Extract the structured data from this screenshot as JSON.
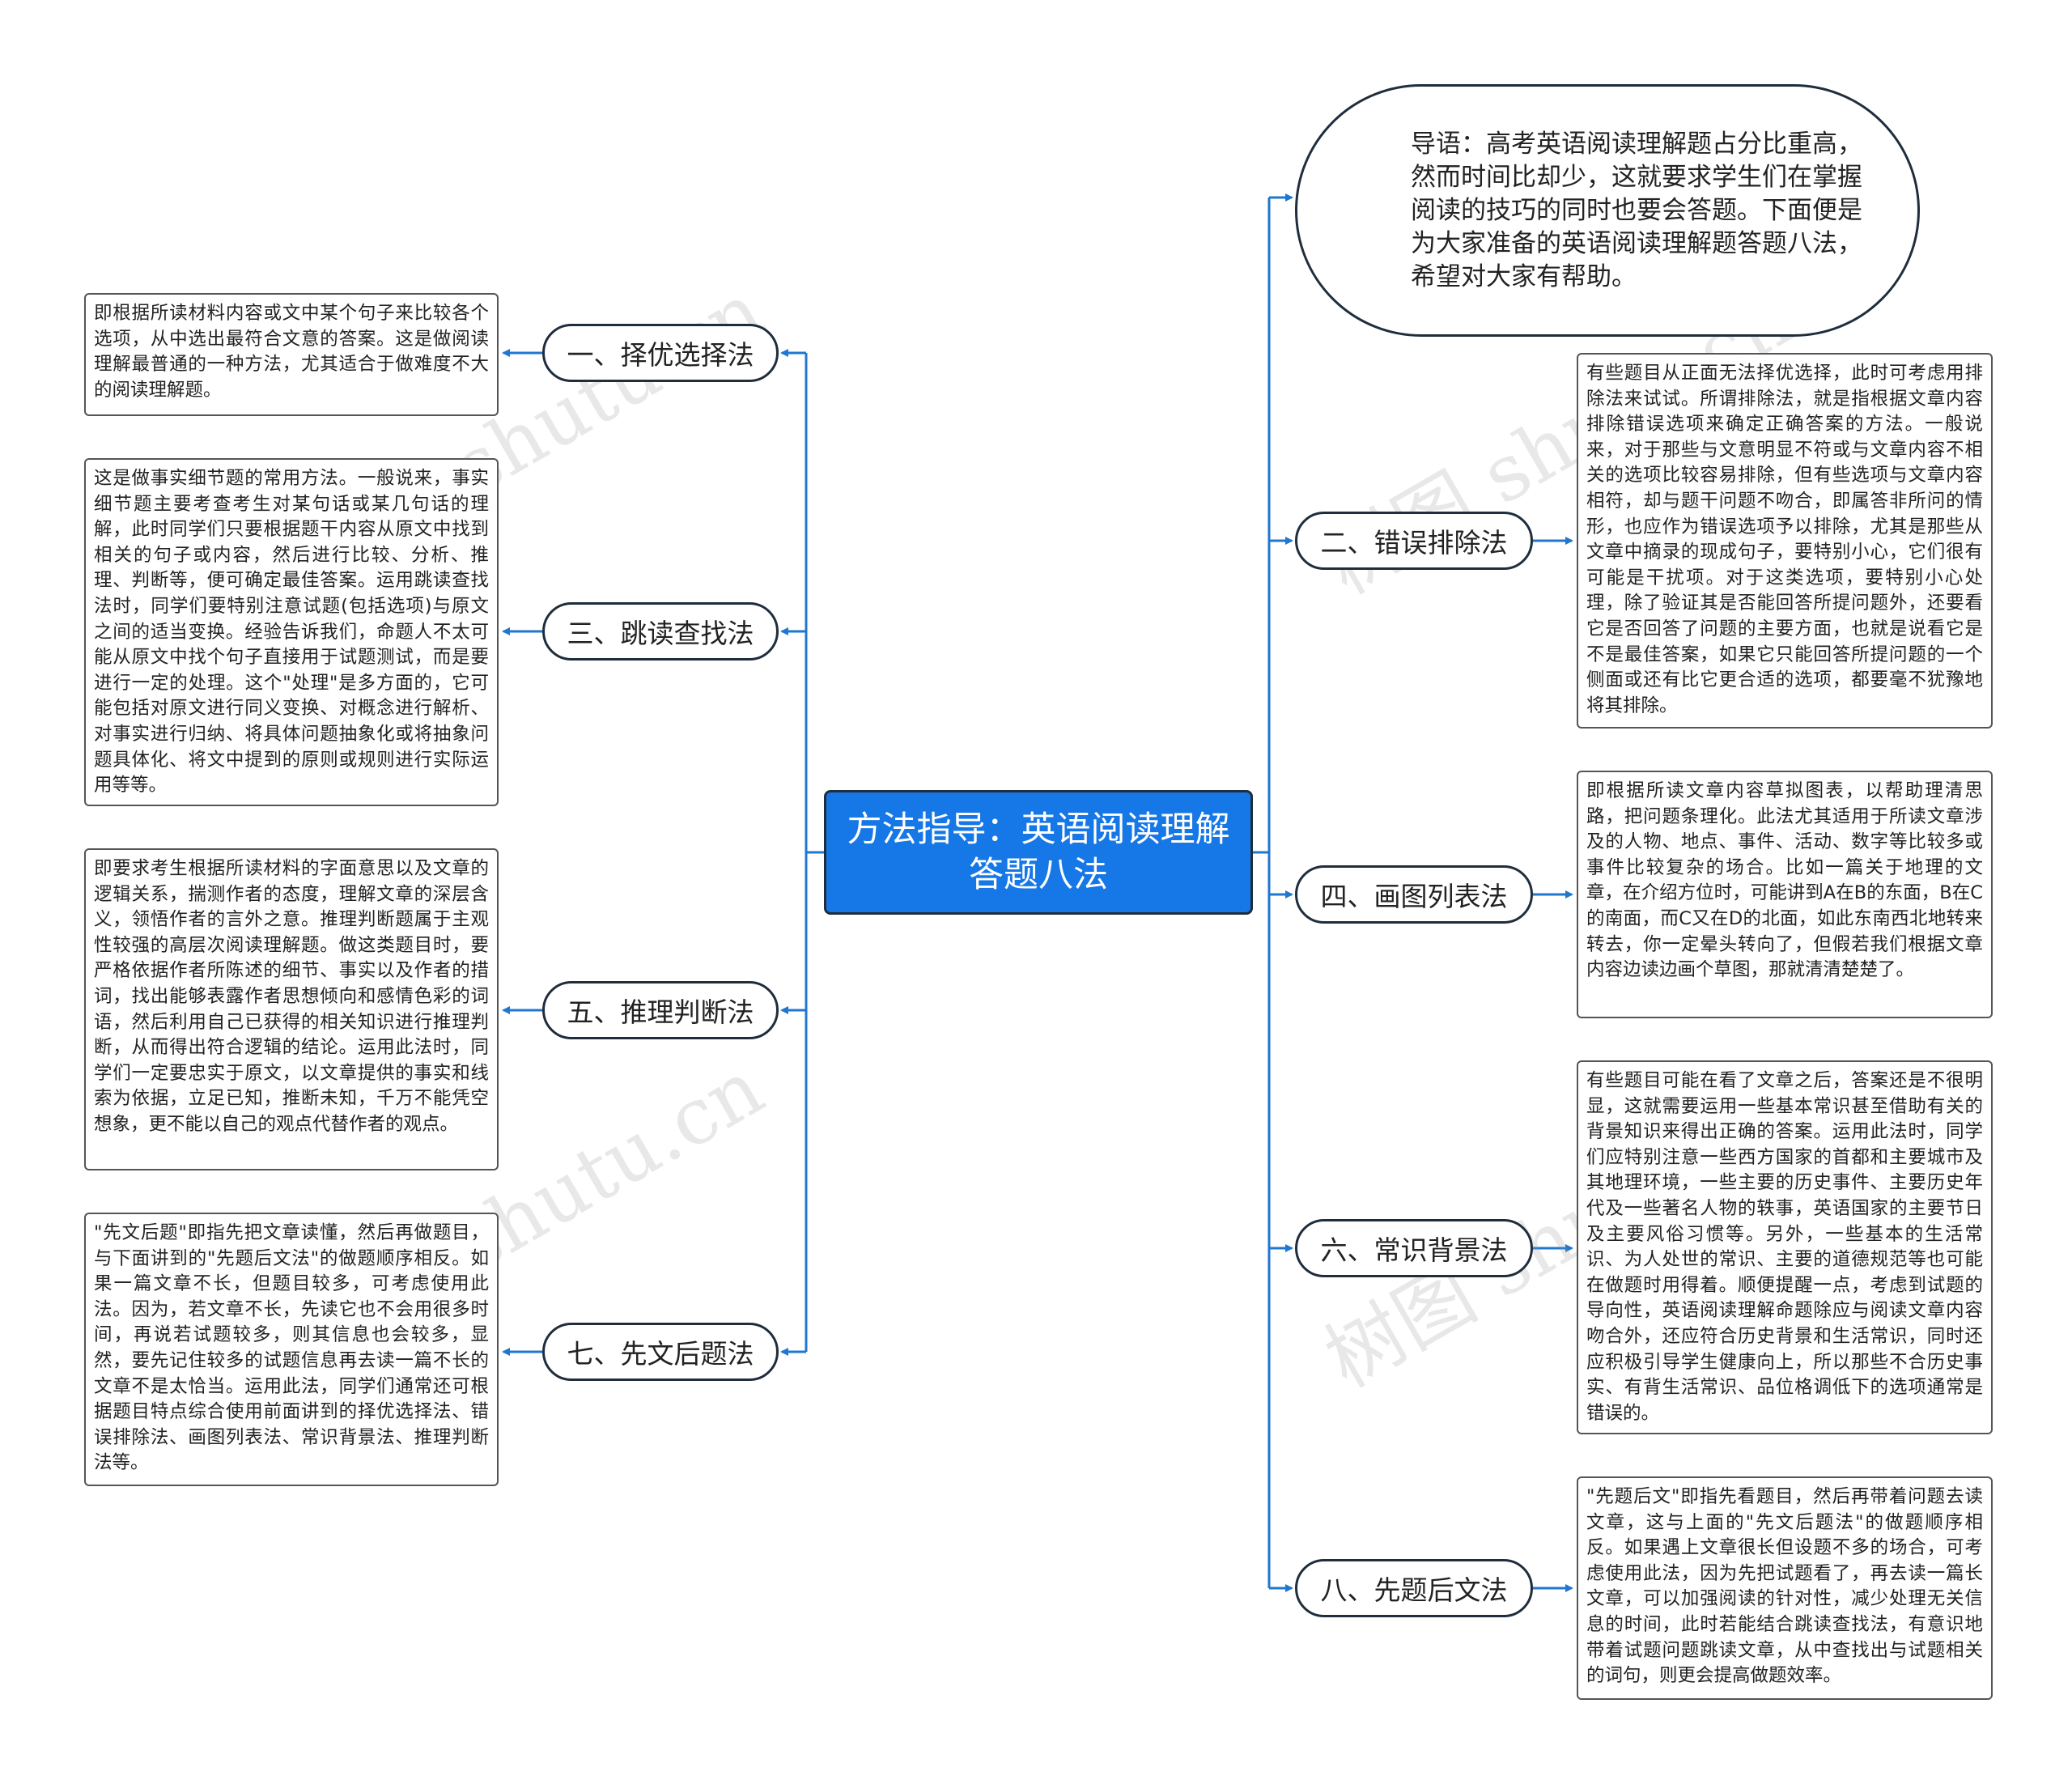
{
  "root": {
    "title": "方法指导：英语阅读理解答题八法"
  },
  "intro": {
    "text": "导语：高考英语阅读理解题占分比重高，然而时间比却少，这就要求学生们在掌握阅读的技巧的同时也要会答题。下面便是为大家准备的英语阅读理解题答题八法，希望对大家有帮助。"
  },
  "left": [
    {
      "label": "一、择优选择法",
      "detail": "即根据所读材料内容或文中某个句子来比较各个选项，从中选出最符合文意的答案。这是做阅读理解最普通的一种方法，尤其适合于做难度不大的阅读理解题。"
    },
    {
      "label": "三、跳读查找法",
      "detail": "这是做事实细节题的常用方法。一般说来，事实细节题主要考查考生对某句话或某几句话的理解，此时同学们只要根据题干内容从原文中找到相关的句子或内容，然后进行比较、分析、推理、判断等，便可确定最佳答案。运用跳读查找法时，同学们要特别注意试题(包括选项)与原文之间的适当变换。经验告诉我们，命题人不太可能从原文中找个句子直接用于试题测试，而是要进行一定的处理。这个\"处理\"是多方面的，它可能包括对原文进行同义变换、对概念进行解析、对事实进行归纳、将具体问题抽象化或将抽象问题具体化、将文中提到的原则或规则进行实际运用等等。"
    },
    {
      "label": "五、推理判断法",
      "detail": "即要求考生根据所读材料的字面意思以及文章的逻辑关系，揣测作者的态度，理解文章的深层含义，领悟作者的言外之意。推理判断题属于主观性较强的高层次阅读理解题。做这类题目时，要严格依据作者所陈述的细节、事实以及作者的措词，找出能够表露作者思想倾向和感情色彩的词语，然后利用自己已获得的相关知识进行推理判断，从而得出符合逻辑的结论。运用此法时，同学们一定要忠实于原文，以文章提供的事实和线索为依据，立足已知，推断未知，千万不能凭空想象，更不能以自己的观点代替作者的观点。"
    },
    {
      "label": "七、先文后题法",
      "detail": "\"先文后题\"即指先把文章读懂，然后再做题目，与下面讲到的\"先题后文法\"的做题顺序相反。如果一篇文章不长，但题目较多，可考虑使用此法。因为，若文章不长，先读它也不会用很多时间，再说若试题较多，则其信息也会较多，显然，要先记住较多的试题信息再去读一篇不长的文章不是太恰当。运用此法，同学们通常还可根据题目特点综合使用前面讲到的择优选择法、错误排除法、画图列表法、常识背景法、推理判断法等。"
    }
  ],
  "right": [
    {
      "label": "二、错误排除法",
      "detail": "有些题目从正面无法择优选择，此时可考虑用排除法来试试。所谓排除法，就是指根据文章内容排除错误选项来确定正确答案的方法。一般说来，对于那些与文意明显不符或与文章内容不相关的选项比较容易排除，但有些选项与文章内容相符，却与题干问题不吻合，即属答非所问的情形，也应作为错误选项予以排除，尤其是那些从文章中摘录的现成句子，要特别小心，它们很有可能是干扰项。对于这类选项，要特别小心处理，除了验证其是否能回答所提问题外，还要看它是否回答了问题的主要方面，也就是说看它是不是最佳答案，如果它只能回答所提问题的一个侧面或还有比它更合适的选项，都要毫不犹豫地将其排除。"
    },
    {
      "label": "四、画图列表法",
      "detail": "即根据所读文章内容草拟图表，以帮助理清思路，把问题条理化。此法尤其适用于所读文章涉及的人物、地点、事件、活动、数字等比较多或事件比较复杂的场合。比如一篇关于地理的文章，在介绍方位时，可能讲到A在B的东面，B在C的南面，而C又在D的北面，如此东南西北地转来转去，你一定晕头转向了，但假若我们根据文章内容边读边画个草图，那就清清楚楚了。"
    },
    {
      "label": "六、常识背景法",
      "detail": "有些题目可能在看了文章之后，答案还是不很明显，这就需要运用一些基本常识甚至借助有关的背景知识来得出正确的答案。运用此法时，同学们应特别注意一些西方国家的首都和主要城市及其地理环境，一些主要的历史事件、主要历史年代及一些著名人物的轶事，英语国家的主要节日及主要风俗习惯等。另外，一些基本的生活常识、为人处世的常识、主要的道德规范等也可能在做题时用得着。顺便提醒一点，考虑到试题的导向性，英语阅读理解命题除应与阅读文章内容吻合外，还应符合历史背景和生活常识，同时还应积极引导学生健康向上，所以那些不合历史事实、有背生活常识、品位格调低下的选项通常是错误的。"
    },
    {
      "label": "八、先题后文法",
      "detail": "\"先题后文\"即指先看题目，然后再带着问题去读文章，这与上面的\"先文后题法\"的做题顺序相反。如果遇上文章很长但设题不多的场合，可考虑使用此法，因为先把试题看了，再去读一篇长文章，可以加强阅读的针对性，减少处理无关信息的时间，此时若能结合跳读查找法，有意识地带着试题问题跳读文章，从中查找出与试题相关的词句，则更会提高做题效率。"
    }
  ],
  "watermark": "树图 shutu.cn",
  "colors": {
    "root_fill": "#1677e6",
    "connector": "#1f77d0",
    "border": "#1f2d3d"
  }
}
